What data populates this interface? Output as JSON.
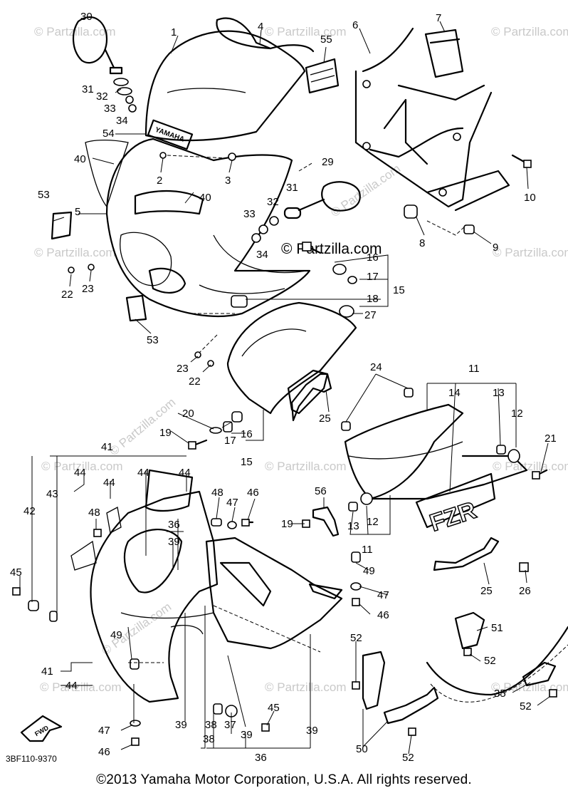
{
  "diagram_code": "3BF110-9370",
  "copyright": "©2013  Yamaha Motor Corporation, U.S.A. All rights reserved.",
  "watermark_text": "© Partzilla.com",
  "brand_text": "YAMAHA",
  "fzr_text": "FZR",
  "fwd_text": "FWD",
  "callouts": [
    "1",
    "2",
    "3",
    "4",
    "5",
    "6",
    "7",
    "8",
    "9",
    "10",
    "11",
    "12",
    "13",
    "14",
    "15",
    "16",
    "17",
    "18",
    "19",
    "20",
    "21",
    "22",
    "23",
    "24",
    "25",
    "26",
    "27",
    "29",
    "30",
    "31",
    "32",
    "33",
    "34",
    "35",
    "36",
    "37",
    "38",
    "39",
    "40",
    "41",
    "42",
    "43",
    "44",
    "45",
    "46",
    "47",
    "48",
    "49",
    "50",
    "51",
    "52",
    "53",
    "54",
    "55",
    "56"
  ]
}
